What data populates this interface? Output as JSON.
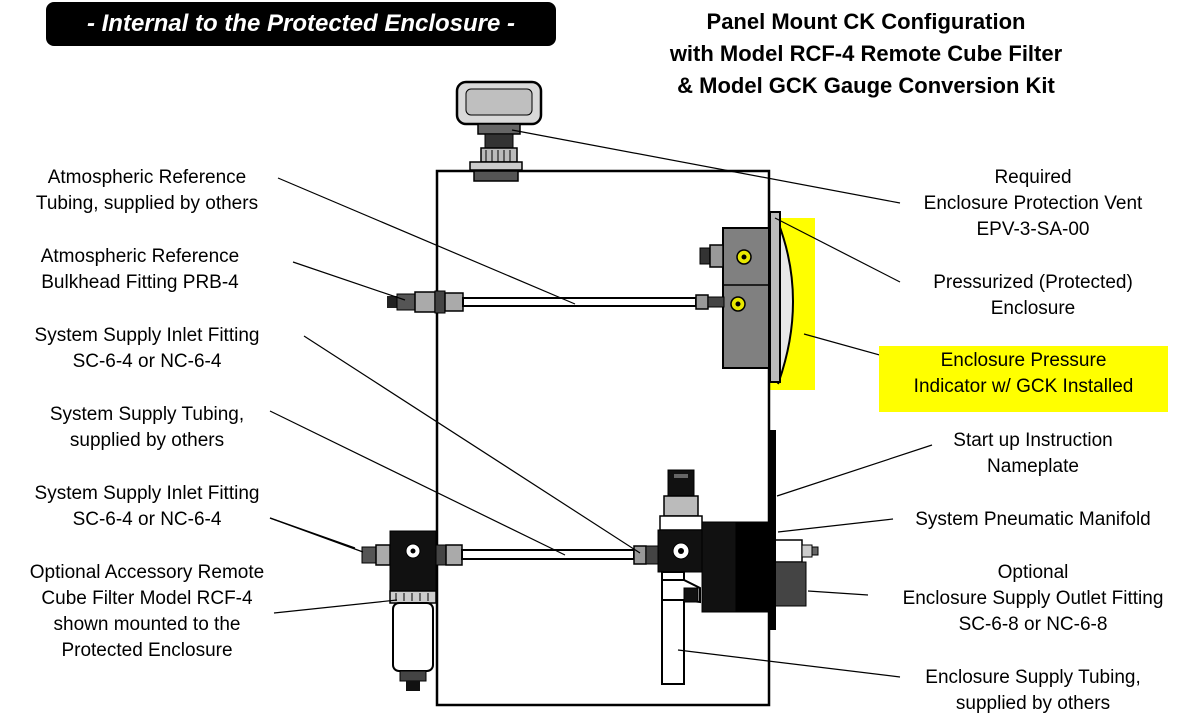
{
  "banner": "- Internal to the Protected Enclosure -",
  "title": [
    "Panel Mount CK Configuration",
    "with Model RCF-4 Remote Cube Filter",
    "& Model GCK Gauge Conversion Kit"
  ],
  "left_labels": {
    "atm_tubing": [
      "Atmospheric Reference",
      "Tubing, supplied by others"
    ],
    "atm_bulkhead": [
      "Atmospheric Reference",
      "Bulkhead Fitting PRB-4"
    ],
    "inlet_1": [
      "System Supply Inlet Fitting",
      "SC-6-4 or NC-6-4"
    ],
    "supply_tubing": [
      "System Supply Tubing,",
      "supplied by others"
    ],
    "inlet_2": [
      "System Supply Inlet Fitting",
      "SC-6-4 or NC-6-4"
    ],
    "cube_filter": [
      "Optional Accessory Remote",
      "Cube Filter Model RCF-4",
      "shown mounted to the",
      "Protected Enclosure"
    ]
  },
  "right_labels": {
    "vent": [
      "Required",
      "Enclosure Protection Vent",
      "EPV-3-SA-00"
    ],
    "enclosure": [
      "Pressurized (Protected)",
      "Enclosure"
    ],
    "indicator": [
      "Enclosure Pressure",
      "Indicator w/ GCK Installed"
    ],
    "nameplate": [
      "Start up Instruction",
      "Nameplate"
    ],
    "manifold": [
      "System Pneumatic Manifold"
    ],
    "outlet": [
      "Optional",
      "Enclosure Supply Outlet Fitting",
      "SC-6-8 or NC-6-8"
    ],
    "outlet_tubing": [
      "Enclosure Supply Tubing,",
      "supplied by others"
    ]
  },
  "colors": {
    "highlight": "#ffff00",
    "device_gray": "#808080",
    "fitting_yellow": "#e8e800"
  }
}
